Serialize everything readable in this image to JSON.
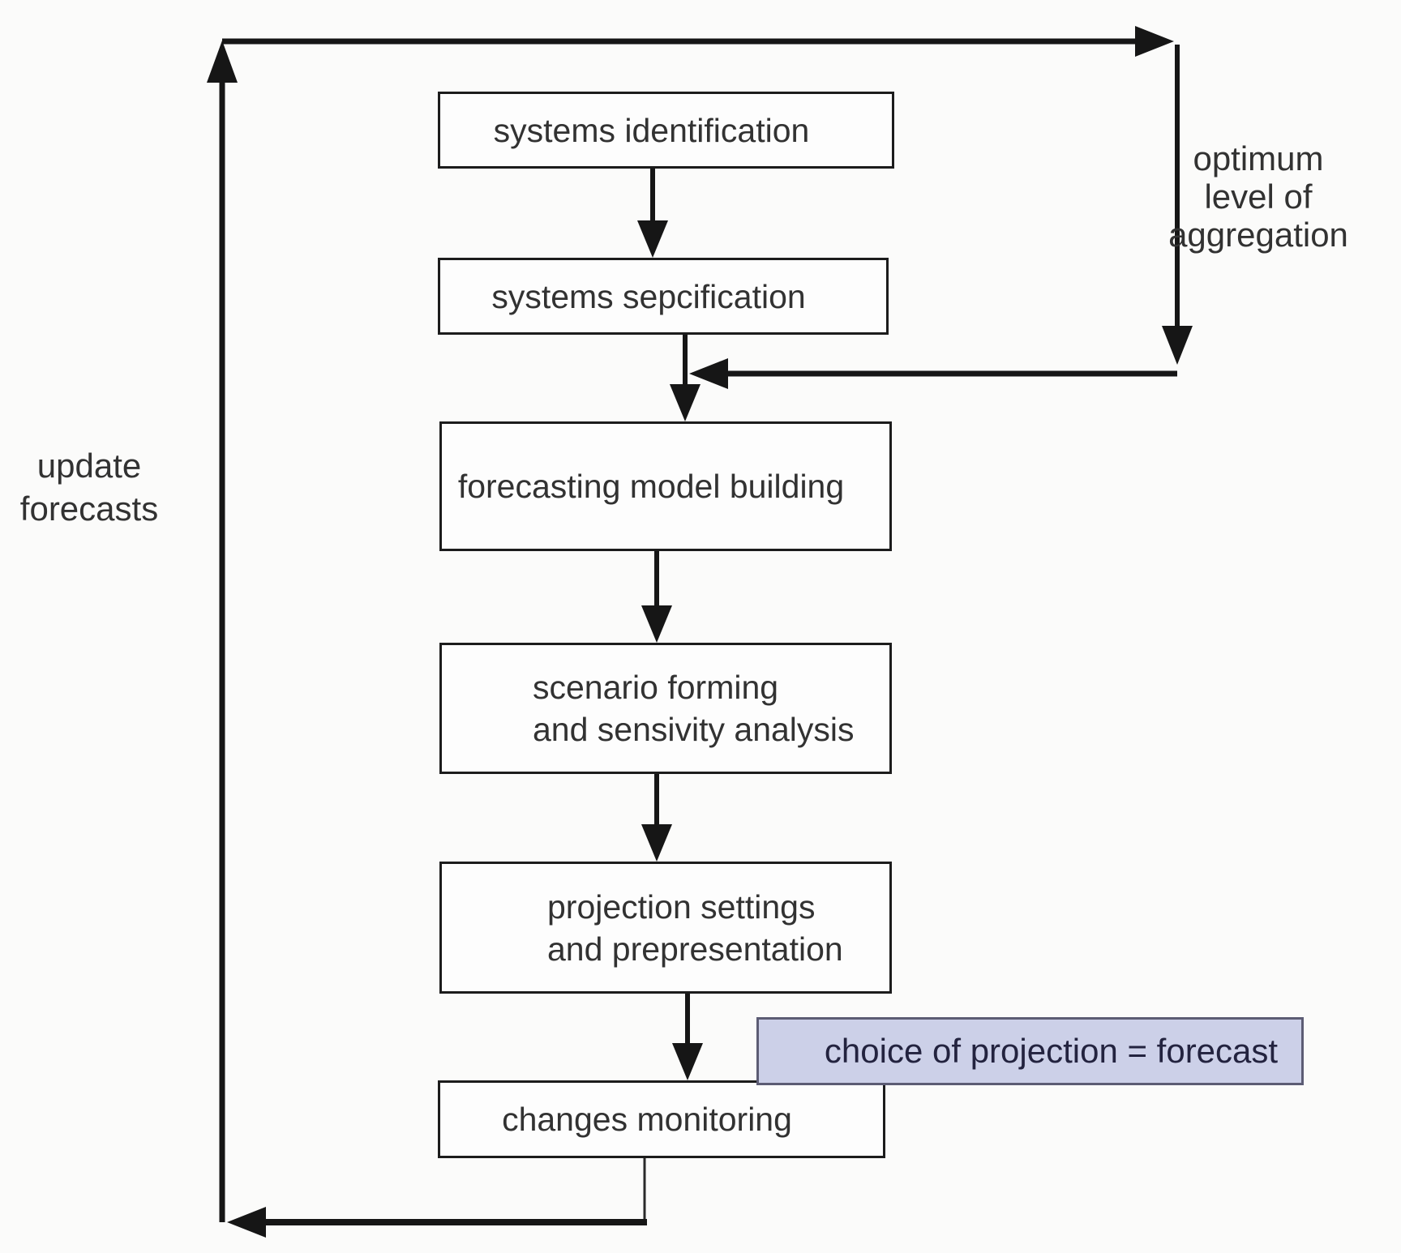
{
  "diagram": {
    "type": "flowchart",
    "boxes": [
      {
        "id": "systems-identification",
        "label": "systems identification"
      },
      {
        "id": "systems-sepcification",
        "label": "systems sepcification"
      },
      {
        "id": "forecasting-model-building",
        "label": "forecasting model building"
      },
      {
        "id": "scenario-forming",
        "label": "scenario forming\nand sensivity analysis"
      },
      {
        "id": "projection-settings",
        "label": "projection settings\nand prepresentation"
      },
      {
        "id": "changes-monitoring",
        "label": "changes monitoring"
      }
    ],
    "highlight_box": {
      "label": "choice of projection = forecast",
      "fill": "#ccd0e8",
      "border": "#5c5c74",
      "text_color": "#23233f"
    },
    "side_labels": {
      "left": "update\nforecasts",
      "right": "optimum\nlevel of\naggregation"
    },
    "colors": {
      "line": "#161616",
      "box_border": "#1c1c1c",
      "box_fill": "#fdfdfd",
      "text": "#323232",
      "background": "#fbfbfa"
    }
  }
}
